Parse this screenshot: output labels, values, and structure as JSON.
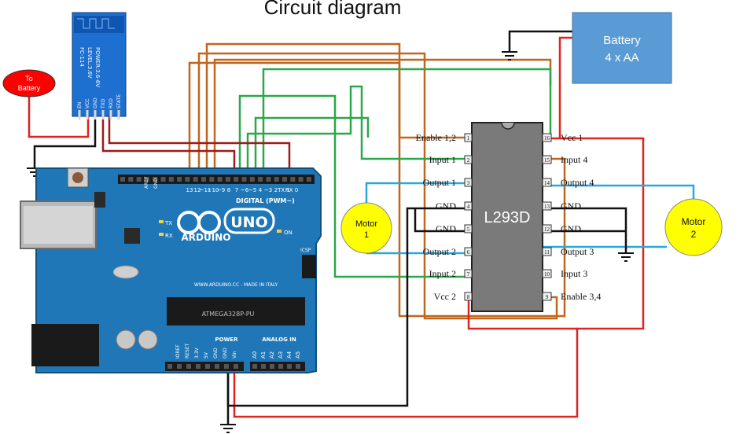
{
  "title": "Circuit diagram",
  "labels": {
    "to_battery": "To Battery",
    "battery_name": "Battery",
    "battery_spec": "4 x AA",
    "ic_name": "L293D",
    "motor1": "Motor 1",
    "motor2": "Motor 2",
    "bt_pins": [
      "STATE",
      "RXD",
      "TXD",
      "GND",
      "VCC",
      "EN"
    ],
    "bt_text": [
      "LEVEL:3.6V",
      "POWER:3.6-6V",
      "FC-114"
    ],
    "arduino_logo": "ARDUINO",
    "arduino_uno": "UNO",
    "arduino_digital": "DIGITAL (PWM~)",
    "arduino_power": "POWER",
    "arduino_analog": "ANALOG IN",
    "arduino_url": "WWW.ARDUINO.CC - MADE IN ITALY",
    "arduino_chip": "ATMEGA328P-PU",
    "arduino_on": "ON",
    "arduino_icsp": "ICSP",
    "arduino_tx": "TX",
    "arduino_rx": "RX",
    "arduino_aref": "AREF",
    "arduino_gnd": "GND",
    "digital_pins": [
      "13",
      "12",
      "~11",
      "~10",
      "~9",
      "8",
      "7",
      "~6",
      "~5",
      "4",
      "~3",
      "2",
      "TX 1",
      "RX 0"
    ],
    "power_pins": [
      "IOREF",
      "RESET",
      "3.3V",
      "5V",
      "GND",
      "GND",
      "Vin"
    ],
    "analog_pins": [
      "A0",
      "A1",
      "A2",
      "A3",
      "A4",
      "A5"
    ]
  },
  "pins_left": [
    {
      "num": "1",
      "label": "Enable 1,2"
    },
    {
      "num": "2",
      "label": "Input 1"
    },
    {
      "num": "3",
      "label": "Output 1"
    },
    {
      "num": "4",
      "label": "GND"
    },
    {
      "num": "5",
      "label": "GND"
    },
    {
      "num": "6",
      "label": "Output 2"
    },
    {
      "num": "7",
      "label": "Input 2"
    },
    {
      "num": "8",
      "label": "Vcc 2"
    }
  ],
  "pins_right": [
    {
      "num": "16",
      "label": "Vcc 1"
    },
    {
      "num": "15",
      "label": "Input 4"
    },
    {
      "num": "14",
      "label": "Output 4"
    },
    {
      "num": "13",
      "label": "GND"
    },
    {
      "num": "12",
      "label": "GND"
    },
    {
      "num": "11",
      "label": "Output 3"
    },
    {
      "num": "10",
      "label": "Input 3"
    },
    {
      "num": "9",
      "label": "Enable 3,4"
    }
  ],
  "colors": {
    "wire_orange": "#c0661e",
    "wire_green": "#2aa84a",
    "wire_darkred": "#9c1b1b",
    "wire_red": "#e0231f",
    "wire_blue": "#2aa8dc",
    "wire_black": "#111111",
    "board_blue": "#1f77b8",
    "chip_gray": "#7a7a7a",
    "motor_yellow": "#ffff00",
    "battery_blue": "#5b9bd5",
    "to_battery_red": "#ff0000"
  }
}
